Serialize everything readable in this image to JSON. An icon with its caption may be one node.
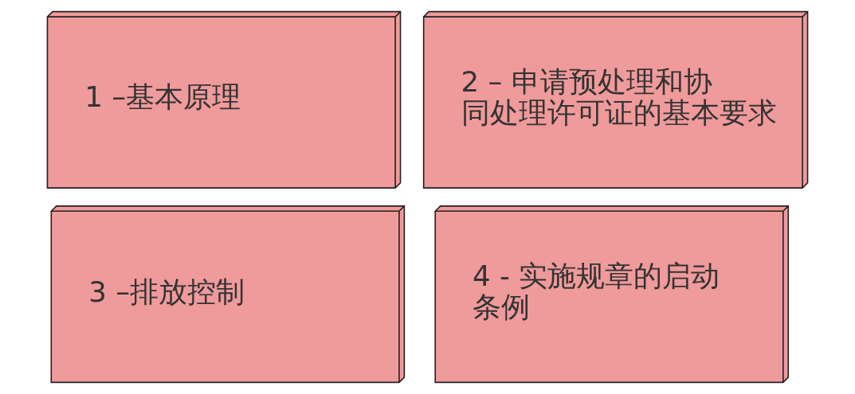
{
  "diagram": {
    "nodes": [
      {
        "text": [
          "1 –基本原理"
        ]
      },
      {
        "text": [
          "2 – 申请预处理和协同处理许可证的基本要求"
        ]
      },
      {
        "text": [
          "3 –排放控制"
        ]
      },
      {
        "text": [
          "4 - 实施规章的启动条例"
        ]
      }
    ]
  }
}
